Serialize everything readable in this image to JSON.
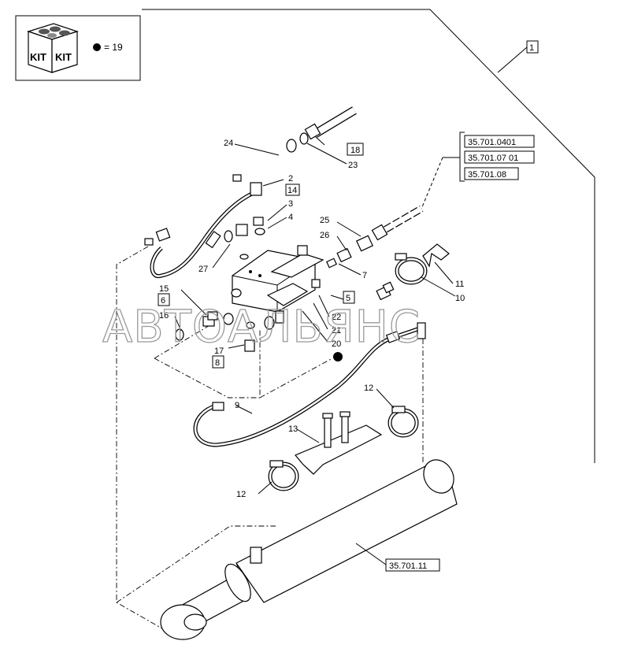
{
  "kit": {
    "label_left": "KIT",
    "label_right": "KIT",
    "legend_text": "= 19"
  },
  "watermark": "АВТОАЛЬЯНС",
  "refs": {
    "r1": "1",
    "r0401": "35.701.0401",
    "r0701": "35.701.07 01",
    "r08": "35.701.08",
    "r11": "35.701.11"
  },
  "labels": {
    "l2": "2",
    "l3": "3",
    "l4": "4",
    "l5": "5",
    "l6": "6",
    "l7": "7",
    "l8": "8",
    "l9": "9",
    "l10": "10",
    "l11": "11",
    "l12a": "12",
    "l12b": "12",
    "l13": "13",
    "l14": "14",
    "l15": "15",
    "l16": "16",
    "l17": "17",
    "l18": "18",
    "l20": "20",
    "l21": "21",
    "l22": "22",
    "l23": "23",
    "l24": "24",
    "l25": "25",
    "l26": "26",
    "l27": "27"
  },
  "icons": {
    "kit": "kit-box-icon",
    "bullet": "black-dot-icon"
  }
}
